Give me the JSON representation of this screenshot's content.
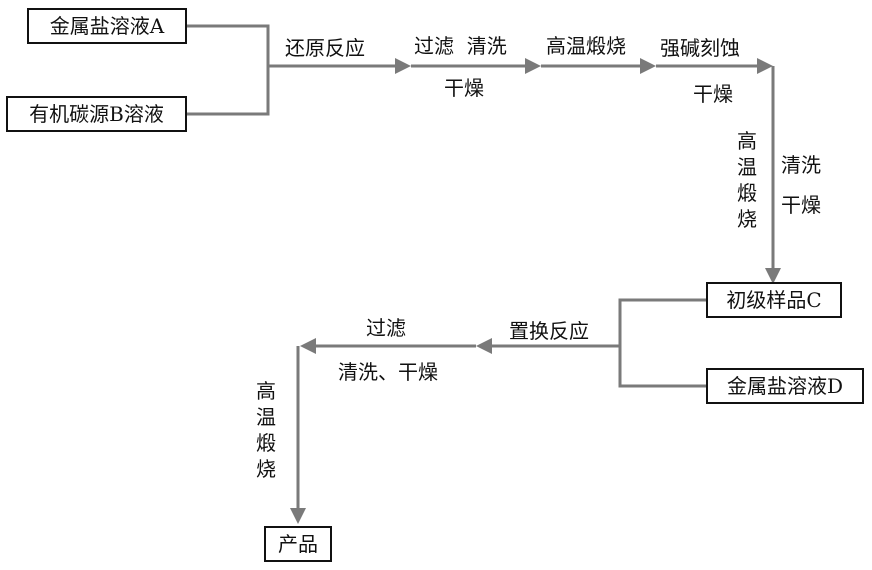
{
  "boxes": {
    "metal_salt_a": "金属盐溶液A",
    "carbon_source_b": "有机碳源B溶液",
    "primary_sample_c": "初级样品C",
    "metal_salt_d": "金属盐溶液D",
    "product": "产品"
  },
  "steps": {
    "reduction": "还原反应",
    "filter_wash_top": "过滤  清洗",
    "dry_top": "干燥",
    "calcine_top": "高温煅烧",
    "alkali_etch": "强碱刻蚀",
    "dry_after_etch": "干燥",
    "calcine_vertical_right": "高温煅烧",
    "wash_right": "清洗",
    "dry_right": "干燥",
    "replacement": "置换反应",
    "filter_bottom": "过滤",
    "wash_dry_bottom": "清洗、干燥",
    "calcine_vertical_left": "高温煅烧"
  }
}
